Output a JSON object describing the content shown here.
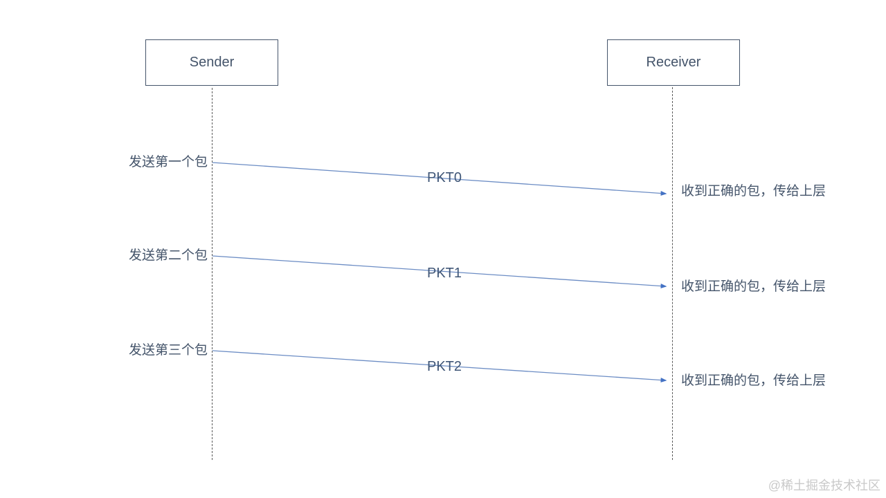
{
  "diagram": {
    "title": "stop-and-wait packet sequence",
    "sender_label": "Sender",
    "receiver_label": "Receiver",
    "messages": [
      {
        "send_label": "发送第一个包",
        "packet": "PKT0",
        "receive_label": "收到正确的包，传给上层"
      },
      {
        "send_label": "发送第二个包",
        "packet": "PKT1",
        "receive_label": "收到正确的包，传给上层"
      },
      {
        "send_label": "发送第三个包",
        "packet": "PKT2",
        "receive_label": "收到正确的包，传给上层"
      }
    ],
    "colors": {
      "box_border": "#44546a",
      "text": "#44546a",
      "arrow_line": "#6b8cc4",
      "arrowhead": "#4472c4",
      "lifeline": "#595959",
      "watermark": "#c9c9c9"
    }
  },
  "watermark_text": "@稀土掘金技术社区"
}
